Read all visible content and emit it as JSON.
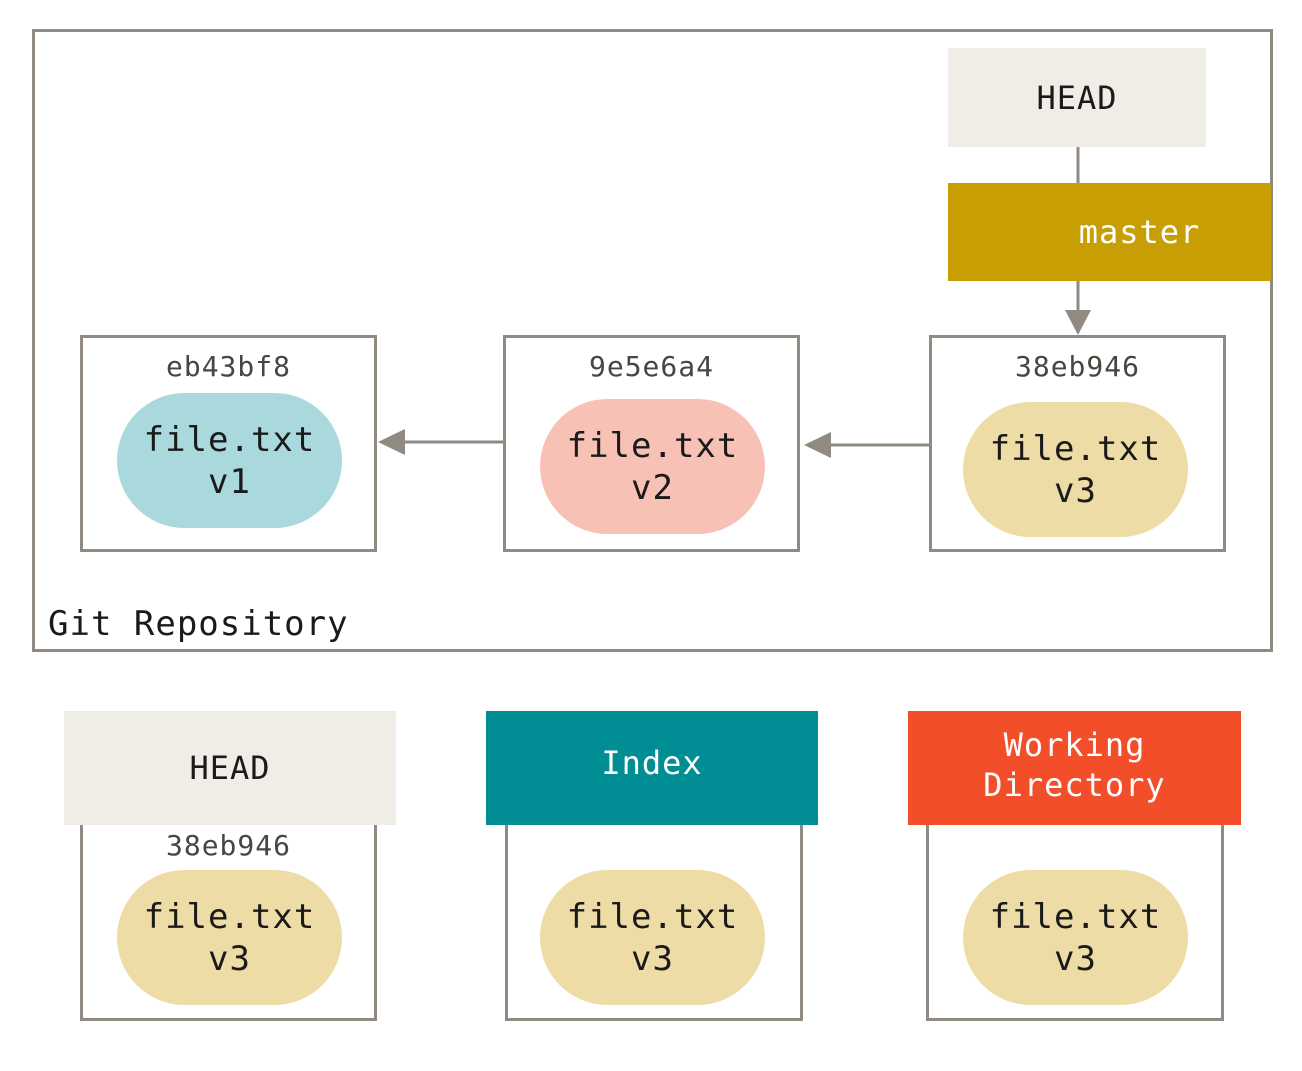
{
  "repository": {
    "label": "Git Repository",
    "head_label": "HEAD",
    "branch_label": "master",
    "commits": [
      {
        "hash": "eb43bf8",
        "file": "file.txt",
        "version": "v1",
        "color": "#a9d9dd"
      },
      {
        "hash": "9e5e6a4",
        "file": "file.txt",
        "version": "v2",
        "color": "#f8c1b6"
      },
      {
        "hash": "38eb946",
        "file": "file.txt",
        "version": "v3",
        "color": "#eddca6"
      }
    ]
  },
  "trees": [
    {
      "label": "HEAD",
      "hash": "38eb946",
      "file": "file.txt",
      "version": "v3",
      "color": "#eddca6"
    },
    {
      "label": "Index",
      "file": "file.txt",
      "version": "v3",
      "color": "#eddca6"
    },
    {
      "label_line1": "Working",
      "label_line2": "Directory",
      "file": "file.txt",
      "version": "v3",
      "color": "#eddca6"
    }
  ],
  "colors": {
    "head": "#efede6",
    "master": "#c89e05",
    "index": "#008d93",
    "working_directory": "#f24e2a",
    "border": "#918a82"
  }
}
